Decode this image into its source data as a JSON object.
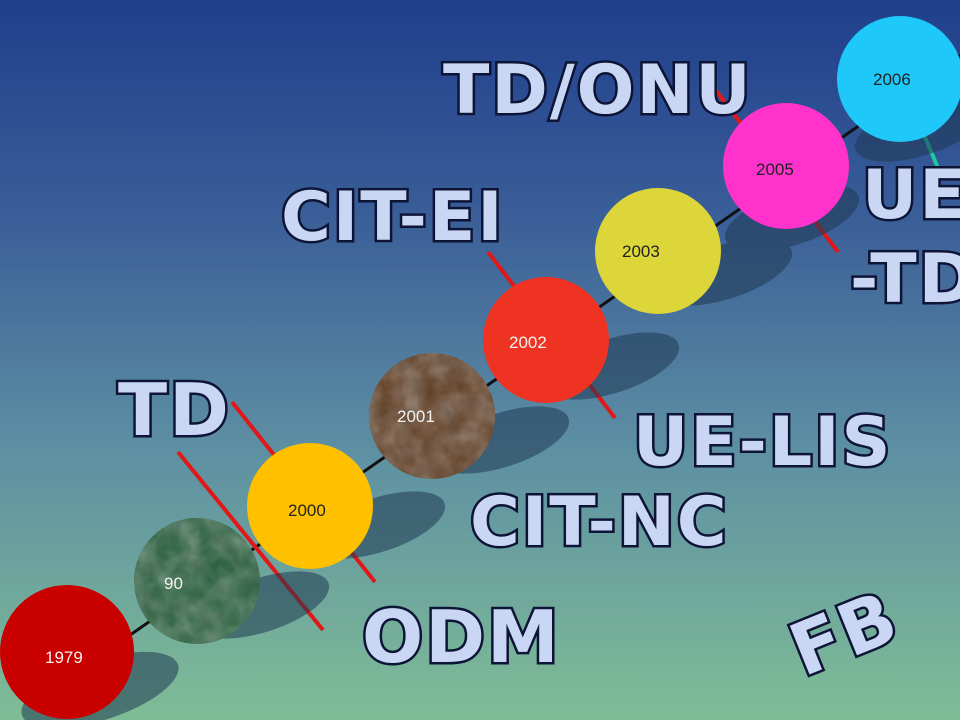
{
  "milestones": [
    {
      "year": "1979",
      "fill": "#c80000"
    },
    {
      "year": "90",
      "fill": "#1f5a35",
      "texture": "marble-green"
    },
    {
      "year": "2000",
      "fill": "#ffc000"
    },
    {
      "year": "2001",
      "fill": "#5e3a1e",
      "texture": "marble-brown"
    },
    {
      "year": "2002",
      "fill": "#ee3322"
    },
    {
      "year": "2003",
      "fill": "#dcd63a"
    },
    {
      "year": "2005",
      "fill": "#ff33cc"
    },
    {
      "year": "2006",
      "fill": "#1ec8f8"
    }
  ],
  "labels": {
    "td_onu": "TD/ONU",
    "cit_ei": "CIT-EI",
    "ue_td_line1": "UE",
    "ue_td_line2": "-TD",
    "td": "TD",
    "ue_lis": "UE-LIS",
    "cit_nc": "CIT-NC",
    "odm": "ODM",
    "fb": "FB"
  },
  "colors": {
    "divider": "#e01818",
    "accent_line": "#20c8a0",
    "timeline": "#111111",
    "label_fill": "#c9d6f4",
    "label_outline": "#0e1436"
  }
}
